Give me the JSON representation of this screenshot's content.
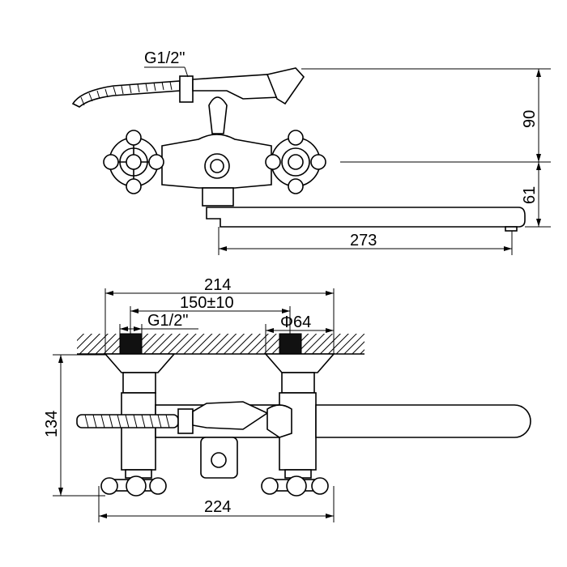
{
  "drawing": {
    "top_view": {
      "thread_label": "G1/2\"",
      "dim_height_upper": "90",
      "dim_height_lower": "61",
      "dim_spout_length": "273"
    },
    "front_view": {
      "dim_overall_width": "214",
      "dim_center_distance": "150±10",
      "thread_label": "G1/2\"",
      "dim_rosette_diameter": "Φ64",
      "dim_height": "134",
      "dim_handle_width": "224"
    },
    "colors": {
      "line": "#000000",
      "background": "#ffffff"
    }
  }
}
